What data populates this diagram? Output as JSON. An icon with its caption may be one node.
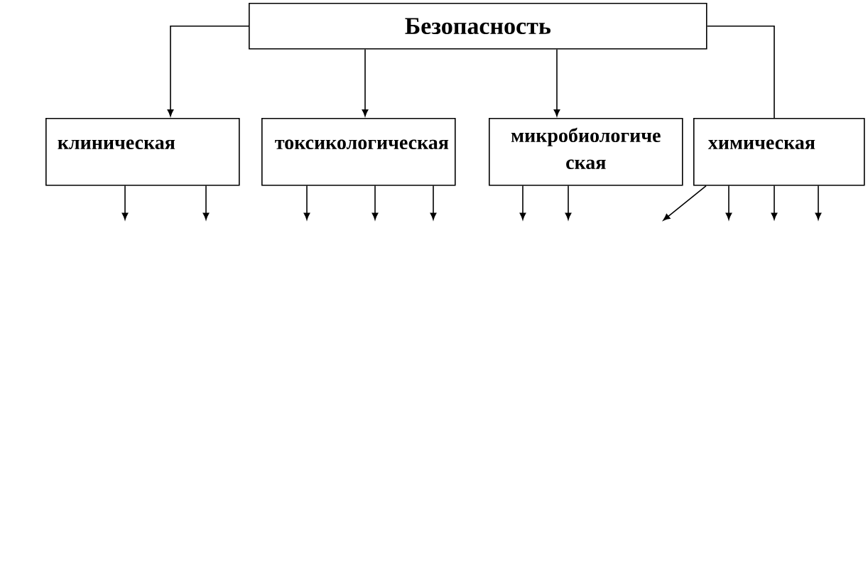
{
  "diagram": {
    "nodes": [
      {
        "text": [
          "Безопасность"
        ]
      },
      {
        "text": [
          "клиническая"
        ]
      },
      {
        "text": [
          "токсикологическая"
        ]
      },
      {
        "text": [
          "микробиологиче ская"
        ]
      },
      {
        "text": [
          "химическая"
        ]
      }
    ],
    "edges": [
      {
        "from": 0,
        "to": 1,
        "arrow": "to"
      },
      {
        "from": 0,
        "to": 2,
        "arrow": "to"
      },
      {
        "from": 0,
        "to": 3,
        "arrow": "to"
      },
      {
        "from": 0,
        "to": 4,
        "arrow": "none"
      },
      {
        "from": 1,
        "to": null,
        "arrow": "to"
      },
      {
        "from": 1,
        "to": null,
        "arrow": "to"
      },
      {
        "from": 2,
        "to": null,
        "arrow": "to"
      },
      {
        "from": 2,
        "to": null,
        "arrow": "to"
      },
      {
        "from": 2,
        "to": null,
        "arrow": "to"
      },
      {
        "from": 3,
        "to": null,
        "arrow": "to"
      },
      {
        "from": 3,
        "to": null,
        "arrow": "to"
      },
      {
        "from": 4,
        "to": null,
        "arrow": "to"
      },
      {
        "from": 4,
        "to": null,
        "arrow": "to"
      },
      {
        "from": 4,
        "to": null,
        "arrow": "to"
      },
      {
        "from": 4,
        "to": null,
        "arrow": "to"
      }
    ]
  }
}
